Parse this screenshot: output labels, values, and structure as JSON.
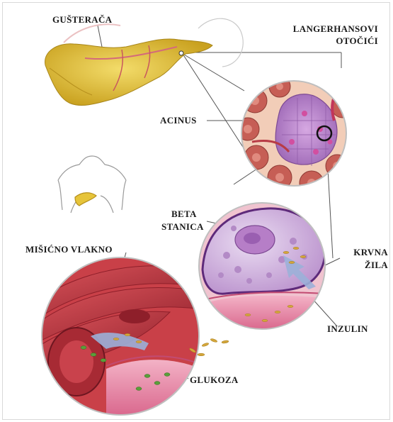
{
  "labels": {
    "pancreas": "GUŠTERAČA",
    "islets_line1": "LANGERHANSOVI",
    "islets_line2": "OTOČIĆI",
    "acinus": "ACINUS",
    "beta_line1": "BETA",
    "beta_line2": "STANICA",
    "muscle": "MIŠIĆNO VLAKNO",
    "vessel_line1": "KRVNA",
    "vessel_line2": "ŽILA",
    "insulin": "INZULIN",
    "glucose": "GLUKOZA"
  },
  "colors": {
    "pancreas": "#e6c43a",
    "islet": "#b07cc6",
    "acinus": "#c0584e",
    "beta_cell": "#c9a6d6",
    "muscle": "#b8313a",
    "vessel": "#e48aa8",
    "insulin": "#d4a63a",
    "glucose": "#5a9e3a",
    "arrow": "#9bb0d8"
  }
}
